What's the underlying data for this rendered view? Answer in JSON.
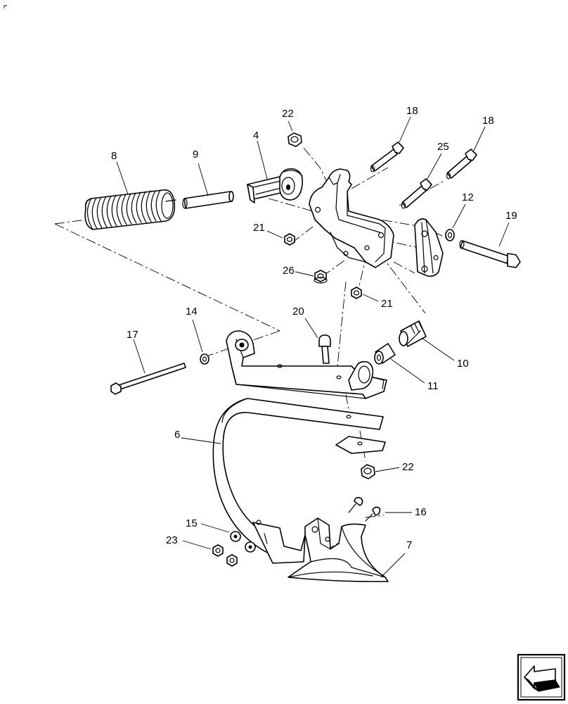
{
  "callouts": {
    "c22a": "22",
    "c18a": "18",
    "c18b": "18",
    "c4": "4",
    "c25": "25",
    "c8": "8",
    "c9": "9",
    "c12": "12",
    "c19": "19",
    "c21a": "21",
    "c26": "26",
    "c21b": "21",
    "c14": "14",
    "c20": "20",
    "c17": "17",
    "c10": "10",
    "c11": "11",
    "c6": "6",
    "c22b": "22",
    "c16": "16",
    "c15": "15",
    "c23": "23",
    "c7": "7"
  },
  "icons": {
    "nav": "arrow-nav-icon"
  }
}
